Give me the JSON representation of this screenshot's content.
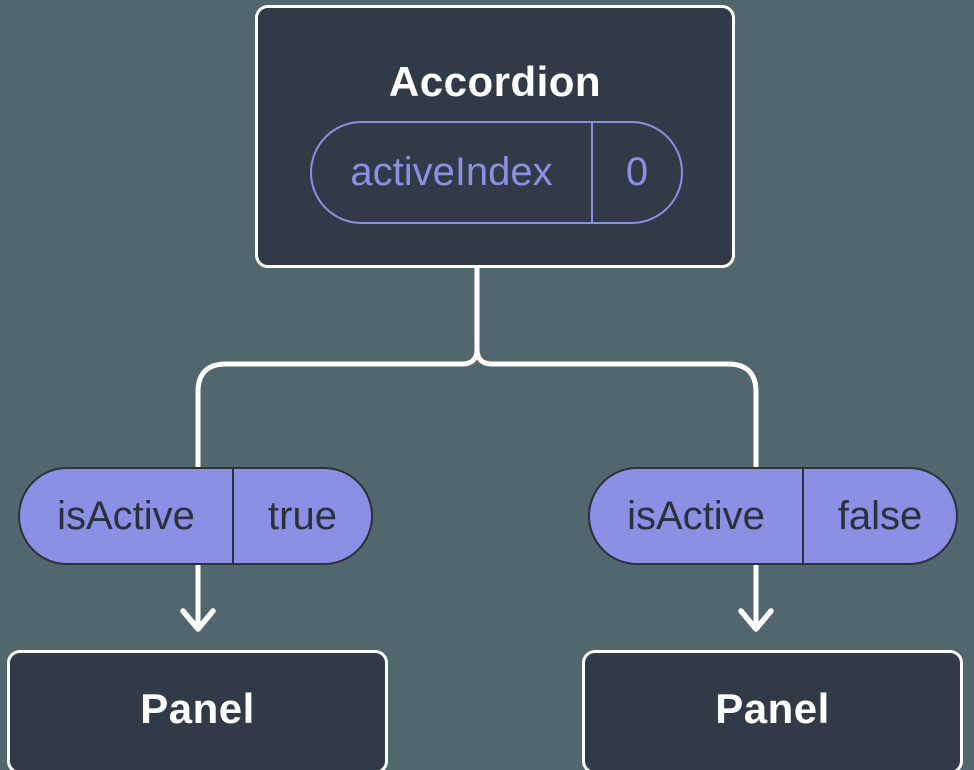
{
  "diagram": {
    "type": "component-tree",
    "root": {
      "title": "Accordion",
      "state": {
        "name": "activeIndex",
        "value": "0"
      }
    },
    "children": [
      {
        "prop": {
          "name": "isActive",
          "value": "true"
        },
        "title": "Panel"
      },
      {
        "prop": {
          "name": "isActive",
          "value": "false"
        },
        "title": "Panel"
      }
    ],
    "colors": {
      "background": "#52666E",
      "node_fill": "#333A47",
      "node_border": "#FFFFFF",
      "accent_purple": "#8B90E4",
      "connector": "#FFFFFF",
      "dark_text": "#2B303B"
    }
  }
}
